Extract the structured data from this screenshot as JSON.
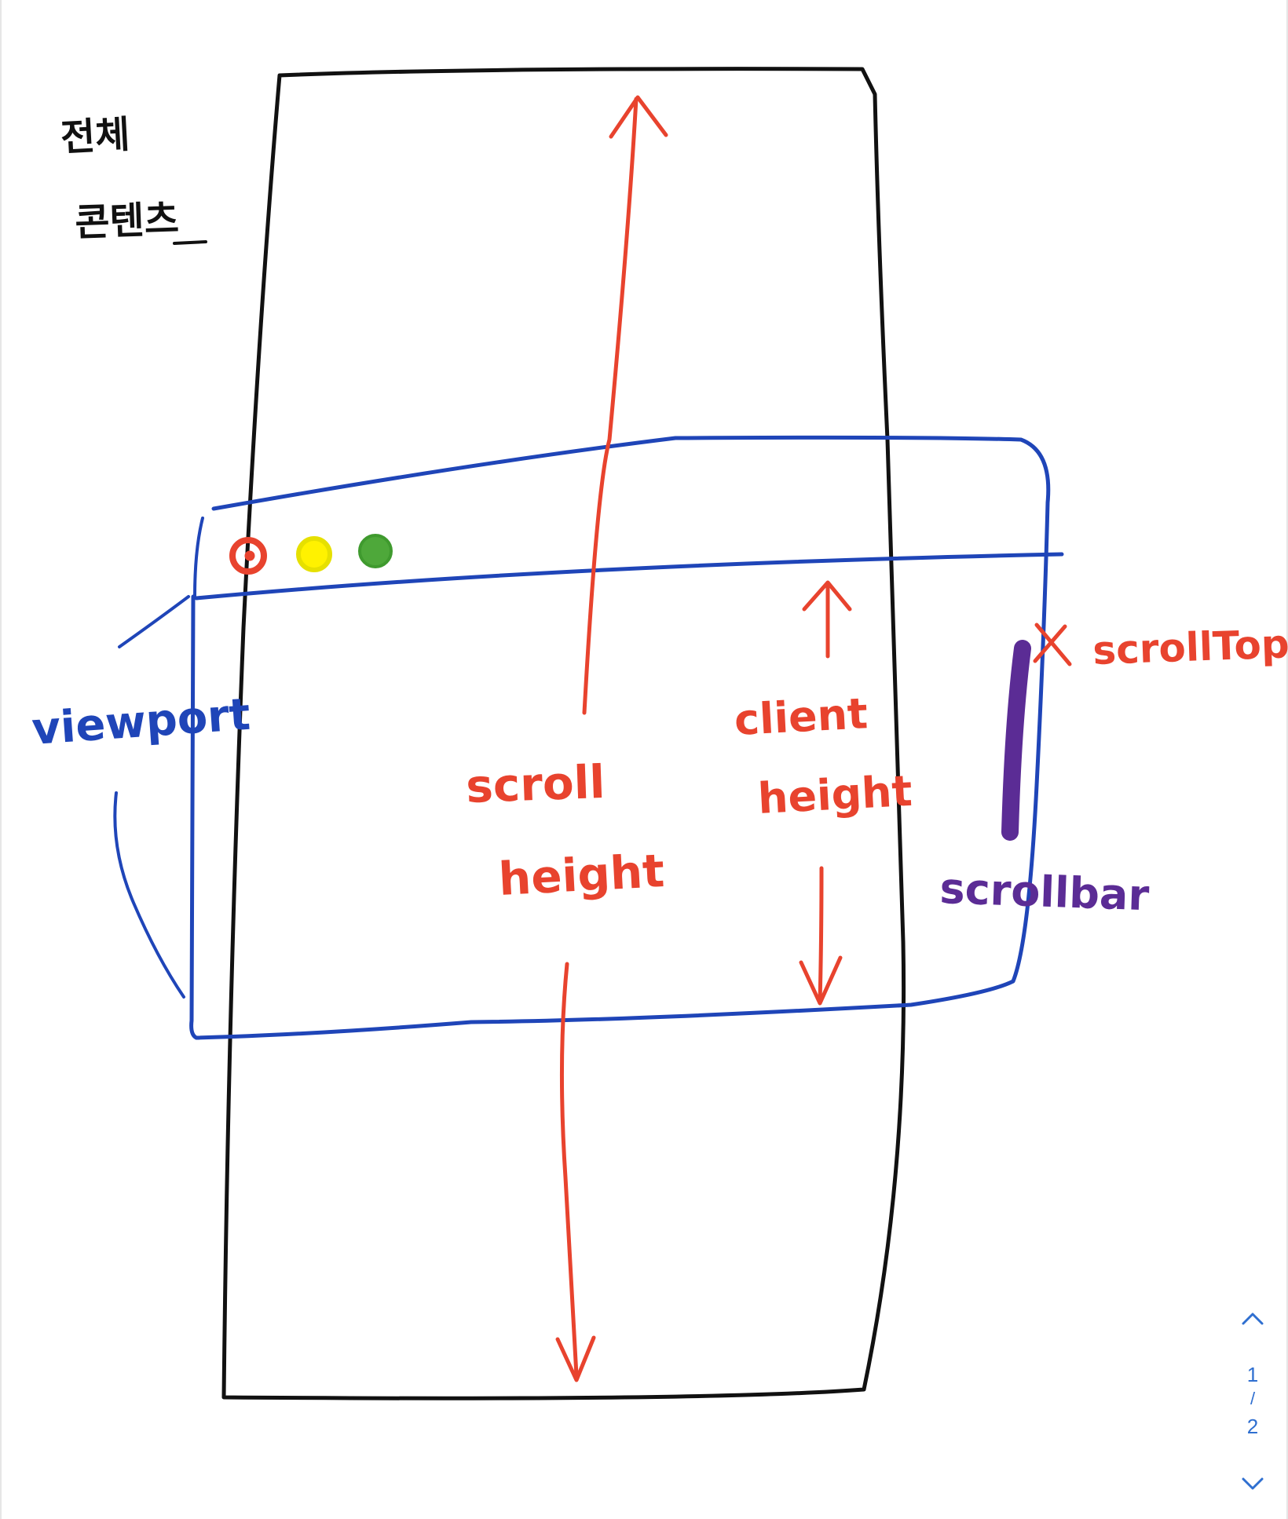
{
  "canvas": {
    "background": "#ffffff",
    "ink_colors": {
      "black": "#111111",
      "blue": "#1f45b8",
      "red": "#e8432e",
      "yellow": "#f2e600",
      "green": "#4ea83a",
      "purple": "#5b2c95"
    }
  },
  "sketch": {
    "korean_line1": "전체",
    "korean_line2": "콘텐츠",
    "label_viewport": "viewport",
    "label_scroll_height_1": "scroll",
    "label_scroll_height_2": "height",
    "label_client_height_1": "client",
    "label_client_height_2": "height",
    "label_scroll_top": "scrollTop",
    "label_scrollbar": "scrollbar",
    "scroll_top_marker": "X"
  },
  "pager": {
    "up_icon": "chevron-up-icon",
    "down_icon": "chevron-down-icon",
    "current_page": "1",
    "separator": "/",
    "total_pages": "2"
  }
}
